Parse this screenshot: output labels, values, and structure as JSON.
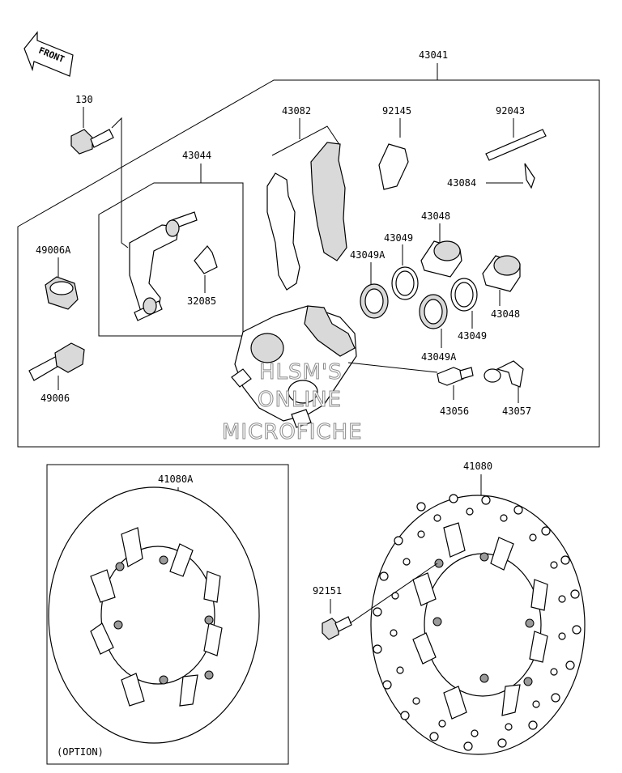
{
  "front_marker": "FRONT",
  "labels": {
    "p43041": "43041",
    "p130": "130",
    "p43082": "43082",
    "p92145": "92145",
    "p92043": "92043",
    "p43084": "43084",
    "p43044": "43044",
    "p43048a": "43048",
    "p43049a": "43049",
    "p43049Aa": "43049A",
    "p49006A": "49006A",
    "p32085": "32085",
    "p43048b": "43048",
    "p43049b": "43049",
    "p43049Ab": "43049A",
    "p49006": "49006",
    "p43056": "43056",
    "p43057": "43057",
    "p41080A": "41080A",
    "p41080": "41080",
    "p92151": "92151"
  },
  "option_note": "(OPTION)",
  "watermark": {
    "line1": "HLSM'S",
    "line2": "ONLINE",
    "line3": "MICROFICHE"
  }
}
